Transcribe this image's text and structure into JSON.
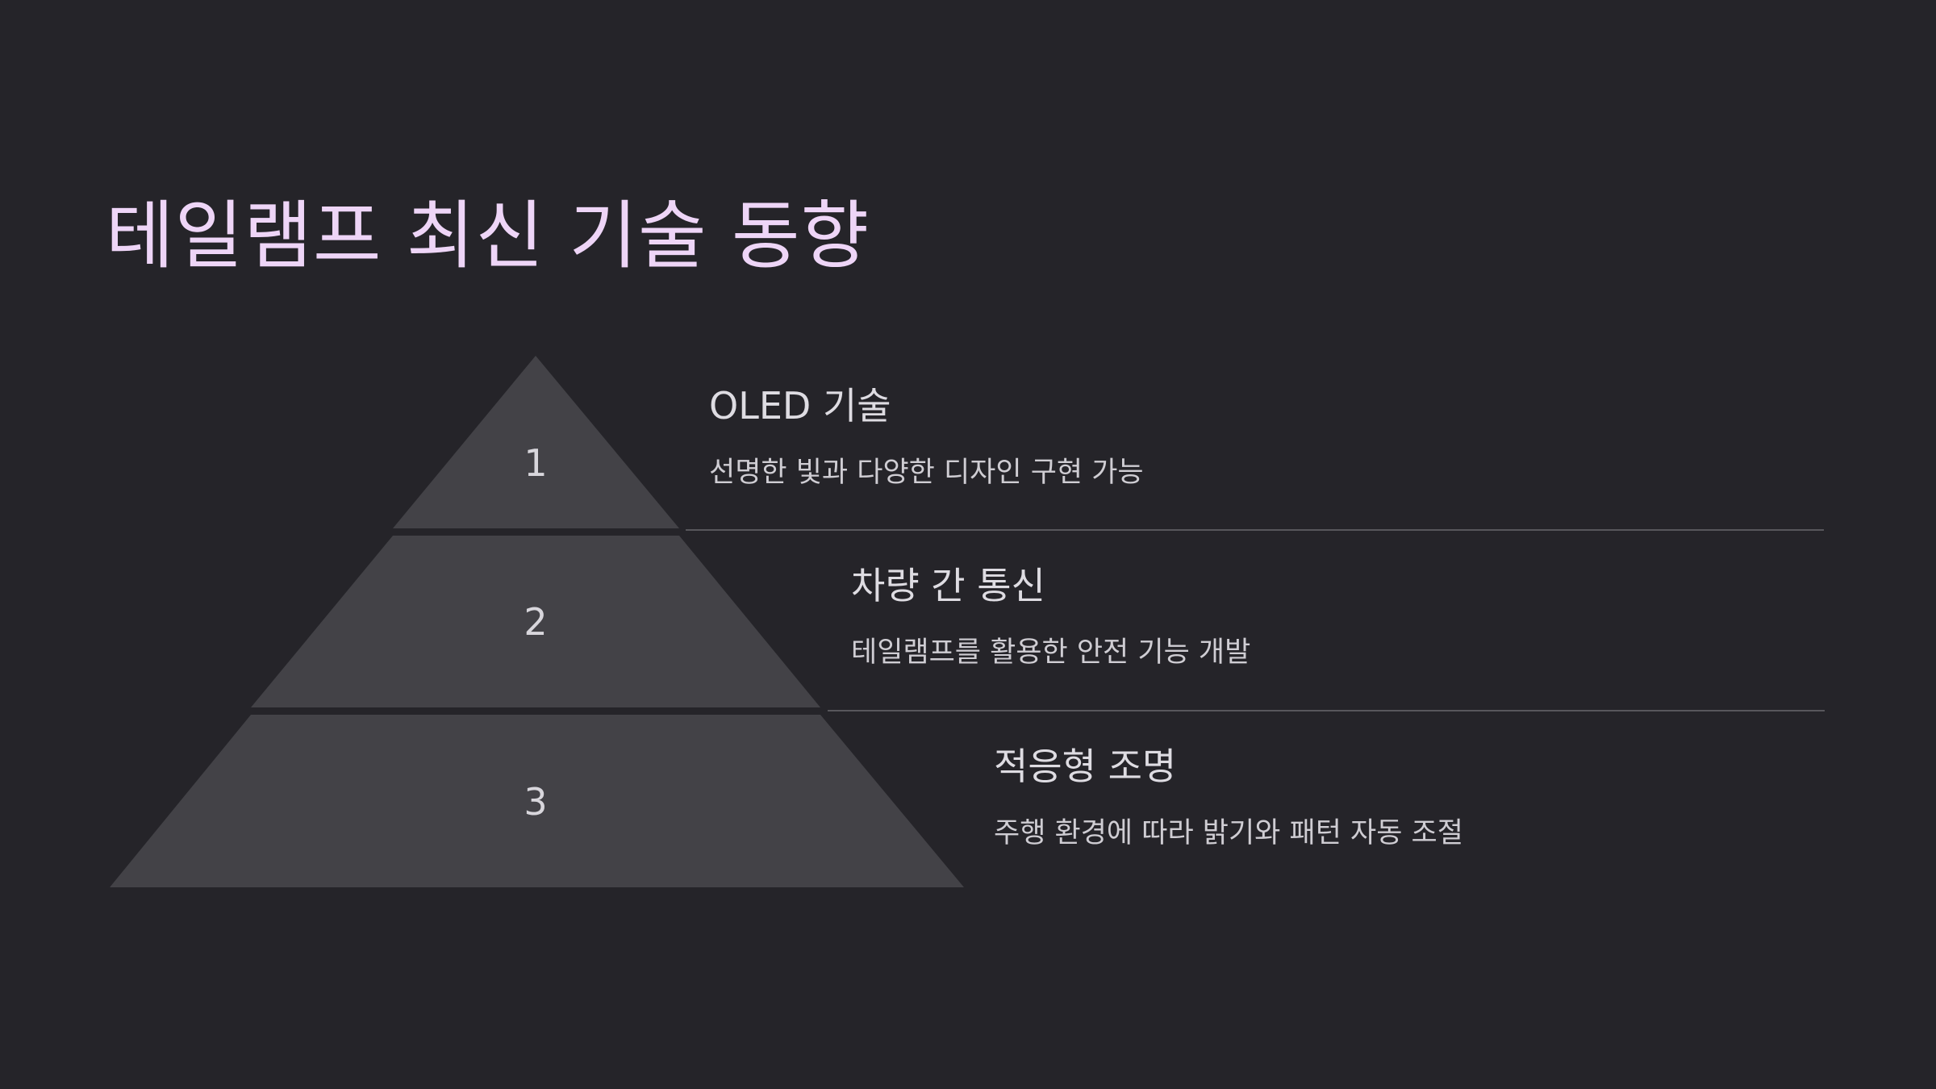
{
  "slide": {
    "title": "테일램프 최신 기술 동향",
    "colors": {
      "background": "#252429",
      "title": "#eed5f7",
      "tier_fill": "#434247",
      "divider": "#58575c",
      "text": "#dedce2"
    }
  },
  "pyramid": {
    "tiers": [
      {
        "number": "1",
        "heading": "OLED 기술",
        "description": "선명한 빛과 다양한 디자인 구현 가능"
      },
      {
        "number": "2",
        "heading": "차량 간 통신",
        "description": "테일램프를 활용한 안전 기능 개발"
      },
      {
        "number": "3",
        "heading": "적응형 조명",
        "description": "주행 환경에 따라 밝기와 패턴 자동 조절"
      }
    ]
  }
}
